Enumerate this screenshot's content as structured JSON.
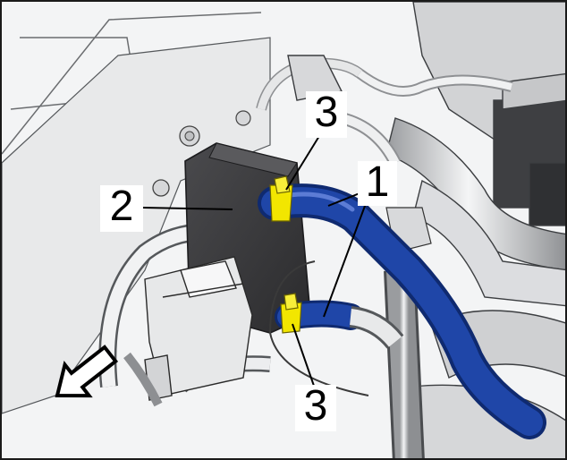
{
  "figure": {
    "callouts": [
      {
        "id": "hose",
        "label": "1"
      },
      {
        "id": "module",
        "label": "2"
      },
      {
        "id": "clamp-upper",
        "label": "3"
      },
      {
        "id": "clamp-lower",
        "label": "3"
      }
    ],
    "colors": {
      "hose": "#1f46a8",
      "hose_dark": "#0f2a70",
      "clamp": "#f2e600",
      "module": "#3a3a3c",
      "line": "#2a2a2a",
      "pipe": "#d9dadc",
      "background": "#f3f4f5"
    },
    "icons": {
      "direction_arrow": "forward-direction-arrow-icon"
    }
  }
}
